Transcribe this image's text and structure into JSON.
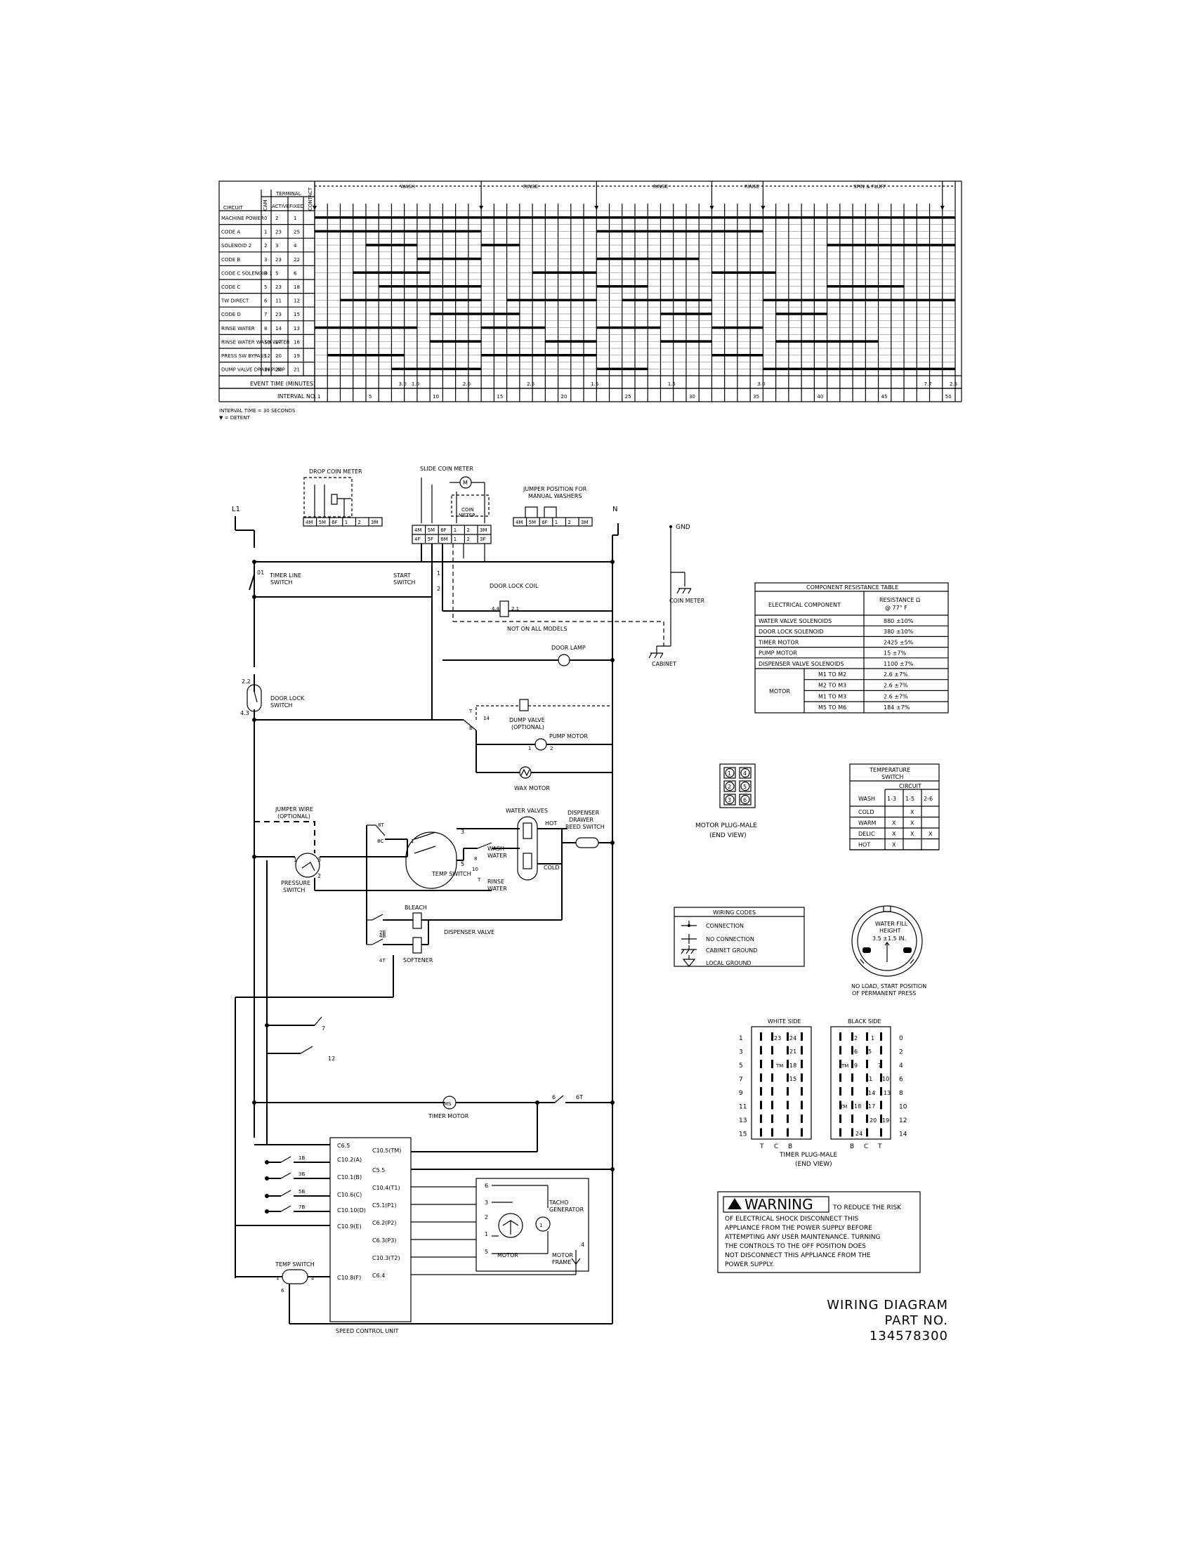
{
  "timer_chart": {
    "phases": [
      "WASH",
      "RINSE",
      "RINSE",
      "RINSE",
      "SPIN & FLUFF"
    ],
    "header_circuit": "CIRCUIT",
    "header_terminal": "TERMINAL",
    "header_active": "ACTIVE",
    "header_fixed": "FIXED",
    "header_cam": "CAM",
    "header_contact": "CONTACT",
    "circuits": [
      {
        "name": "MACHINE POWER",
        "cam": "0",
        "active": "2",
        "fixed": "1"
      },
      {
        "name": "CODE A",
        "cam": "1",
        "active": "23",
        "fixed": "25"
      },
      {
        "name": "SOLENOID 2",
        "cam": "2",
        "active": "3",
        "fixed": "4"
      },
      {
        "name": "CODE B",
        "cam": "3",
        "active": "23",
        "fixed": "22"
      },
      {
        "name": "CODE C SOLENOID 1",
        "cam": "4",
        "active": "5",
        "fixed": "6"
      },
      {
        "name": "CODE C",
        "cam": "5",
        "active": "23",
        "fixed": "18"
      },
      {
        "name": "TW DIRECT",
        "cam": "6",
        "active": "11",
        "fixed": "12"
      },
      {
        "name": "CODE D",
        "cam": "7",
        "active": "23",
        "fixed": "15"
      },
      {
        "name": "RINSE WATER",
        "cam": "8",
        "active": "14",
        "fixed": "13"
      },
      {
        "name": "RINSE WATER WASH WATER",
        "cam": "10",
        "active": "17",
        "fixed": "16"
      },
      {
        "name": "PRESS SW BYPASS",
        "cam": "12",
        "active": "20",
        "fixed": "19"
      },
      {
        "name": "DUMP VALVE DRAIN PUMP",
        "cam": "14",
        "active": "20",
        "fixed": "21"
      }
    ],
    "event_time_label": "EVENT TIME (MINUTES)",
    "interval_no_label": "INTERVAL NO.",
    "event_times": [
      "3.0",
      "1.0",
      "2.0",
      "2.5",
      "1.5",
      "1.5",
      "3.0",
      "7.7",
      "2.5"
    ],
    "interval_numbers": [
      "1",
      "5",
      "10",
      "15",
      "20",
      "25",
      "30",
      "35",
      "40",
      "45",
      "50"
    ],
    "note_interval": "INTERVAL TIME = 30 SECONDS",
    "note_detent": "▼ = DETENT"
  },
  "schematic": {
    "l1": "L1",
    "n": "N",
    "gnd": "GND",
    "drop_coin_meter": "DROP COIN METER",
    "slide_coin_meter": "SLIDE COIN METER",
    "jumper_position": [
      "JUMPER POSITION FOR",
      "MANUAL WASHERS"
    ],
    "coin_meter": [
      "COIN",
      "METER"
    ],
    "coin_meter_side": "COIN METER",
    "plug_top": [
      "4M",
      "5M",
      "6F",
      "1",
      "2",
      "3M"
    ],
    "plug_bottom": [
      "4F",
      "5F",
      "6M",
      "1",
      "2",
      "3F"
    ],
    "timer_line_switch": [
      "TIMER LINE",
      "SWITCH"
    ],
    "start_switch": [
      "START",
      "SWITCH"
    ],
    "door_lock_coil": "DOOR LOCK COIL",
    "not_on_all_models": "NOT ON ALL MODELS",
    "cabinet": "CABINET",
    "door_lamp": "DOOR LAMP",
    "door_lock_switch": [
      "DOOR LOCK",
      "SWITCH"
    ],
    "dump_valve": [
      "DUMP VALVE",
      "(OPTIONAL)"
    ],
    "pump_motor": "PUMP MOTOR",
    "wax_motor": "WAX MOTOR",
    "jumper_wire": [
      "JUMPER WIRE",
      "(OPTIONAL)"
    ],
    "pressure_switch": [
      "PRESSURE",
      "SWITCH"
    ],
    "temp_switch": "TEMP SWITCH",
    "water_valves": "WATER VALVES",
    "hot": "HOT",
    "cold": "COLD",
    "wash_water": [
      "WASH",
      "WATER"
    ],
    "rinse_water": [
      "RINSE",
      "WATER"
    ],
    "dispenser_reed": [
      "DISPENSER",
      "DRAWER",
      "REED SWITCH"
    ],
    "bleach": "BLEACH",
    "softener": "SOFTENER",
    "dispenser_valve": "DISPENSER VALVE",
    "timer_motor": "TIMER MOTOR",
    "speed_control_unit": "SPEED CONTROL UNIT",
    "motor": "MOTOR",
    "tacho_generator": [
      "TACHO",
      "GENERATOR"
    ],
    "motor_frame": [
      "MOTOR",
      "FRAME"
    ],
    "scu_left_pins": [
      "C6.5",
      "C10.2(A)",
      "C10.1(B)",
      "C10.6(C)",
      "C10.10(D)",
      "C10.9(E)",
      "C10.8(F)"
    ],
    "scu_right_pins": [
      "C10.5(TM)",
      "C5.5",
      "C10.4(T1)",
      "C5.1(P1)",
      "C6.2(P2)",
      "C6.3(P3)",
      "C10.3(T2)",
      "C6.4"
    ],
    "code_switches": [
      "1B",
      "3B",
      "5B",
      "7B"
    ],
    "terminal_labels": {
      "t01": "01",
      "t1": "1",
      "t2": "2",
      "t22": "2.2",
      "t43": "4.3",
      "t44": "4.4",
      "t21": "2.1",
      "t7": "7",
      "t12": "12",
      "t6": "6",
      "t6t": "6T",
      "t8t": "8T",
      "t8c": "8C",
      "t14": "14",
      "t8": "8",
      "t10": "10",
      "tT": "T",
      "tB": "B",
      "t2b": "2B",
      "t4b": "4B",
      "t4t": "4T",
      "t3": "3",
      "t5": "5",
      "m1": "1",
      "m2": "2",
      "m3": "3",
      "m4": "4",
      "m5": "5",
      "m6": "6",
      "tm": "M",
      "ms": "MS",
      "ts6": "6"
    }
  },
  "resistance_table": {
    "title": "COMPONENT RESISTANCE TABLE",
    "col1": "ELECTRICAL COMPONENT",
    "col2": [
      "RESISTANCE Ω",
      "@ 77° F"
    ],
    "rows": [
      {
        "component": "WATER VALVE SOLENOIDS",
        "value": "880 ±10%"
      },
      {
        "component": "DOOR LOCK SOLENOID",
        "value": "380 ±10%"
      },
      {
        "component": "TIMER MOTOR",
        "value": "2425 ±5%"
      },
      {
        "component": "PUMP MOTOR",
        "value": "15 ±7%"
      },
      {
        "component": "DISPENSER VALVE SOLENOIDS",
        "value": "1100 ±7%"
      }
    ],
    "motor_label": "MOTOR",
    "motor_rows": [
      {
        "pair": "M1 TO M2",
        "value": "2.6 ±7%"
      },
      {
        "pair": "M2 TO M3",
        "value": "2.6 ±7%"
      },
      {
        "pair": "M1 TO M3",
        "value": "2.6 ±7%"
      },
      {
        "pair": "M5 TO M6",
        "value": "184 ±7%"
      }
    ]
  },
  "motor_plug": {
    "pins": [
      "1",
      "4",
      "2",
      "5",
      "3",
      "6"
    ],
    "label": [
      "MOTOR PLUG-MALE",
      "(END VIEW)"
    ]
  },
  "temperature_switch": {
    "title": [
      "TEMPERATURE",
      "SWITCH"
    ],
    "circuit": "CIRCUIT",
    "wash": "WASH",
    "cols": [
      "1-3",
      "1-5",
      "2-6"
    ],
    "rows": [
      {
        "name": "COLD",
        "marks": [
          "",
          "X",
          ""
        ]
      },
      {
        "name": "WARM",
        "marks": [
          "X",
          "X",
          ""
        ]
      },
      {
        "name": "DELIC",
        "marks": [
          "X",
          "X",
          "X"
        ]
      },
      {
        "name": "HOT",
        "marks": [
          "X",
          "",
          ""
        ]
      }
    ]
  },
  "wiring_codes": {
    "title": "WIRING CODES",
    "items": [
      "CONNECTION",
      "NO CONNECTION",
      "CABINET GROUND",
      "LOCAL GROUND"
    ]
  },
  "water_fill": {
    "label": [
      "WATER FILL",
      "HEIGHT",
      "3.5 ±1.5 IN."
    ],
    "caption": [
      "NO LOAD, START POSITION",
      "OF PERMANENT PRESS"
    ]
  },
  "timer_plug": {
    "white_side": "WHITE SIDE",
    "black_side": "BLACK SIDE",
    "left_numbers": [
      "1",
      "3",
      "5",
      "7",
      "9",
      "11",
      "13",
      "15"
    ],
    "right_numbers": [
      "0",
      "2",
      "4",
      "6",
      "8",
      "10",
      "12",
      "14"
    ],
    "white_inner": [
      "23",
      "24",
      "21",
      "18",
      "15"
    ],
    "black_inner": [
      "2",
      "1",
      "6",
      "5",
      "9",
      "7",
      "11",
      "10",
      "14",
      "13",
      "18",
      "17",
      "20",
      "19",
      "24"
    ],
    "white_bottom": [
      "T",
      "C",
      "B"
    ],
    "black_bottom": [
      "B",
      "C",
      "T"
    ],
    "label": [
      "TIMER PLUG-MALE",
      "(END VIEW)"
    ],
    "tm": "TM"
  },
  "warning": {
    "badge": "WARNING",
    "lines": [
      "TO REDUCE THE RISK",
      "OF ELECTRICAL SHOCK DISCONNECT THIS",
      "APPLIANCE FROM THE POWER SUPPLY BEFORE",
      "ATTEMPTING ANY USER MAINTENANCE. TURNING",
      "THE CONTROLS TO THE OFF POSITION DOES",
      "NOT DISCONNECT THIS APPLIANCE FROM THE",
      "POWER SUPPLY."
    ]
  },
  "title_block": {
    "line1": "WIRING DIAGRAM",
    "line2": "PART NO. 134578300"
  }
}
